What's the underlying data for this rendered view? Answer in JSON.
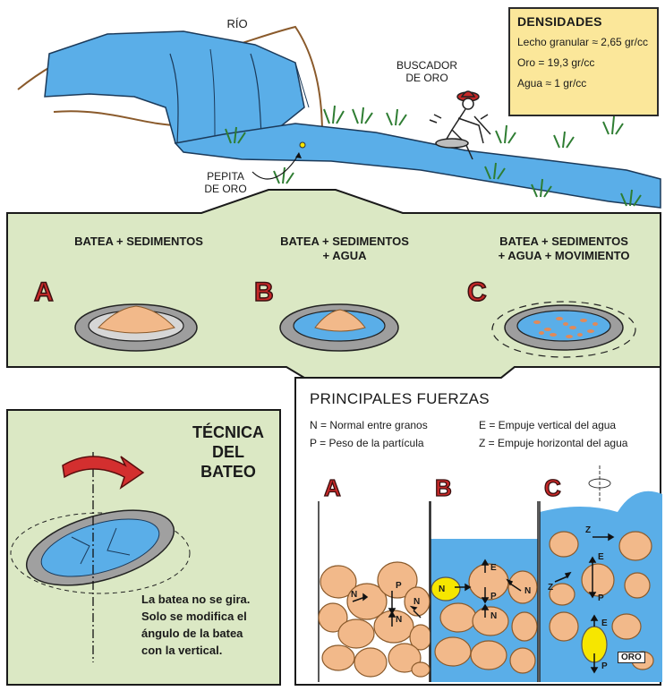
{
  "top": {
    "river_label": "RÍO",
    "prospector_label": "BUSCADOR\nDE ORO",
    "nugget_label": "PEPITA\nDE ORO"
  },
  "densities": {
    "title": "DENSIDADES",
    "lines": [
      "Lecho granular ≈ 2,65 gr/cc",
      "Oro = 19,3 gr/cc",
      "Agua ≈ 1 gr/cc"
    ]
  },
  "steps": [
    {
      "letter": "A",
      "title": "BATEA + SEDIMENTOS"
    },
    {
      "letter": "B",
      "title": "BATEA + SEDIMENTOS\n+ AGUA"
    },
    {
      "letter": "C",
      "title": "BATEA + SEDIMENTOS\n+ AGUA + MOVIMIENTO"
    }
  ],
  "technique": {
    "title": "TÉCNICA\nDEL\nBATEO",
    "note": "La batea no se gira.\nSolo se modifica el\nángulo de la batea\ncon la vertical."
  },
  "forces": {
    "title": "PRINCIPALES FUERZAS",
    "legend": [
      "N = Normal entre granos",
      "E = Empuje vertical del agua",
      "P = Peso de la partícula",
      "Z = Empuje horizontal del agua"
    ],
    "panels": [
      "A",
      "B",
      "C"
    ],
    "gold_tag": "ORO",
    "symbols": {
      "N": "N",
      "P": "P",
      "E": "E",
      "Z": "Z"
    }
  },
  "colors": {
    "water": "#5aaee8",
    "panel_green": "#dbe8c4",
    "sediment": "#f2b98a",
    "gold": "#f6e600",
    "letter_red": "#c62828",
    "density_box": "#fbe79a"
  }
}
